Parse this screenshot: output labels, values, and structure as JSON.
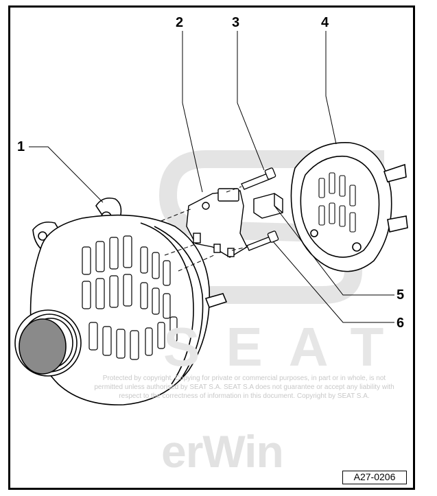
{
  "callouts": {
    "c1": "1",
    "c2": "2",
    "c3": "3",
    "c4": "4",
    "c5": "5",
    "c6": "6"
  },
  "watermark": {
    "line1": "Protected by copyright. Copying for private or commercial purposes, in part or in whole, is not",
    "line2": "permitted unless authorised by SEAT S.A. SEAT S.A does not guarantee or accept any liability with",
    "line3": "respect to the correctness of information in this document. Copyright by SEAT S.A.",
    "brand": "SEAT",
    "logo": "erWin"
  },
  "figure_id": "A27-0206",
  "colors": {
    "line": "#000000",
    "watermark": "#d0d0d0"
  }
}
